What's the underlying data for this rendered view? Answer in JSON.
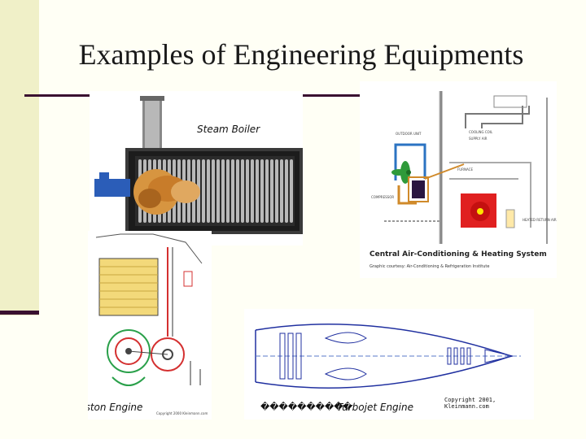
{
  "slide": {
    "title": "Examples of Engineering Equipments"
  },
  "figures": {
    "steam_boiler": {
      "caption": "Steam Boiler"
    },
    "central_air": {
      "caption": "Central Air-Conditioning & Heating System",
      "credit": "Graphic courtesy: Air-Conditioning & Refrigeration Institute",
      "labels": [
        "OUTDOOR UNIT",
        "COOLING COIL",
        "SUPPLY AIR",
        "FURNACE",
        "HEATED RETURN AIR",
        "COMPRESSOR"
      ]
    },
    "piston_engine": {
      "caption": "Piston Engine",
      "credit": "Copyright 2000 Kleinmann.com"
    },
    "turbojet_engine": {
      "caption": "Turbojet Engine",
      "garbled": "����������",
      "credit": "Copyright 2001, Kleinmann.com"
    }
  },
  "colors": {
    "accent": "#3a1030",
    "left_bar": "#f0f0c8",
    "background": "#fffff5"
  }
}
